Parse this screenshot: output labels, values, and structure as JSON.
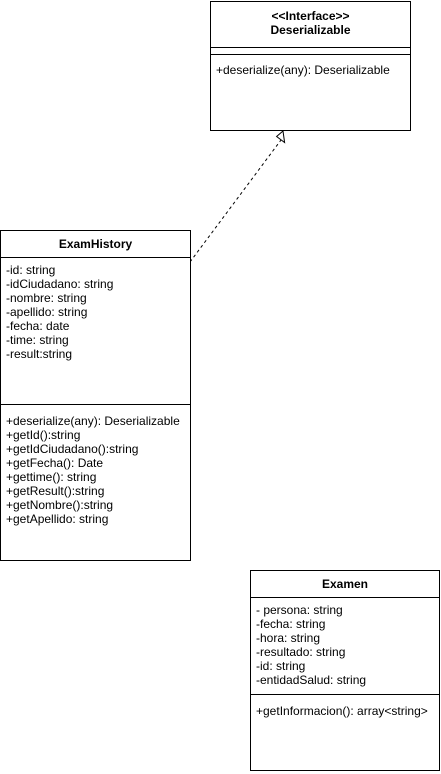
{
  "classes": {
    "deserializable": {
      "stereotype": "<<Interface>>",
      "name": "Deserializable",
      "attributes": [],
      "methods": [
        "+deserialize(any): Deserializable"
      ]
    },
    "exam_history": {
      "name": "ExamHistory",
      "attributes": [
        "-id: string",
        "-idCiudadano: string",
        "-nombre: string",
        "-apellido: string",
        "-fecha: date",
        "-time: string",
        "-result:string"
      ],
      "methods": [
        "+deserialize(any): Deserializable",
        "+getId():string",
        "+getIdCiudadano():string",
        "+getFecha(): Date",
        "+gettime(): string",
        "+getResult():string",
        "+getNombre():string",
        "+getApellido: string"
      ]
    },
    "examen": {
      "name": "Examen",
      "attributes": [
        "- persona: string",
        "-fecha: string",
        "-hora: string",
        "-resultado: string",
        "-id: string",
        "-entidadSalud: string"
      ],
      "methods": [
        "+getInformacion(): array<string>"
      ]
    }
  },
  "relationships": [
    {
      "type": "realization",
      "from": "ExamHistory",
      "to": "Deserializable",
      "line_style": "dashed",
      "arrowhead": "hollow-triangle"
    }
  ],
  "colors": {
    "line": "#000000",
    "fill": "#ffffff",
    "text": "#000000"
  }
}
